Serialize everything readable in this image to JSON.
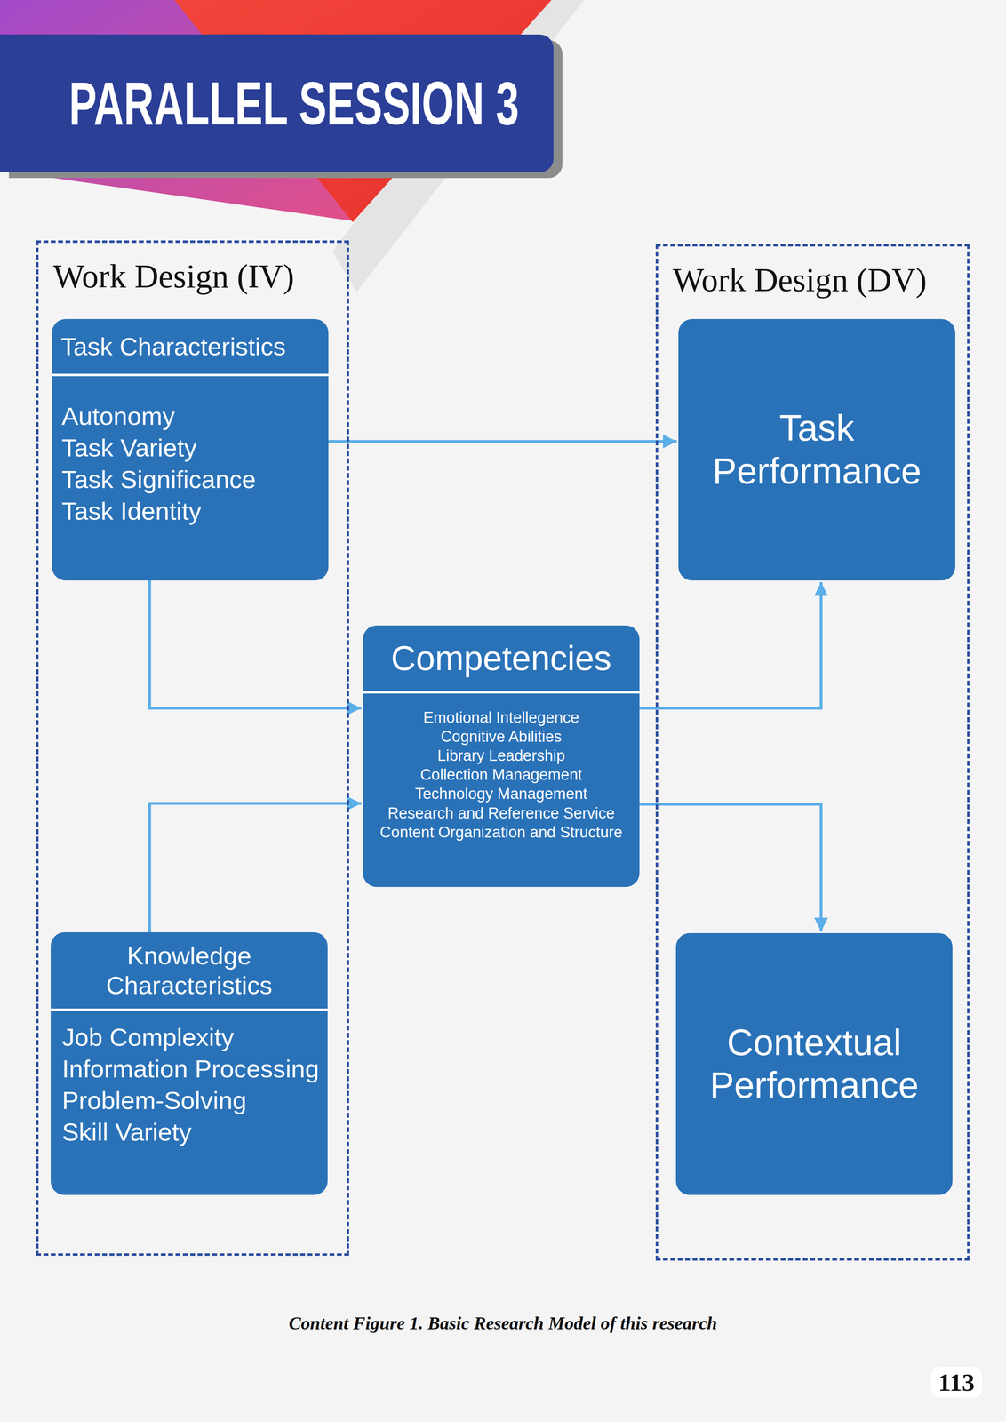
{
  "diagram": {
    "title": "PARALLEL SESSION 3",
    "caption": "Content Figure 1. Basic Research Model of this research",
    "nodes": [
      {
        "text": [
          "Work Design (IV)"
        ]
      },
      {
        "text": [
          "Task Characteristics",
          "Autonomy",
          "Task Variety",
          "Task Significance",
          "Task Identity"
        ],
        "in": 0
      },
      {
        "text": [
          "Knowledge Characteristics",
          "Job Complexity",
          "Information Processing",
          "Problem-Solving",
          "Skill Variety"
        ],
        "in": 0
      },
      {
        "text": [
          "Competencies",
          "Emotional Intellegence",
          "Cognitive Abilities",
          "Library Leadership",
          "Collection Management",
          "Technology Management",
          "Research and Reference Service",
          "Content Organization and Structure"
        ]
      },
      {
        "text": [
          "Work Design (DV)"
        ]
      },
      {
        "text": [
          "Task Performance"
        ],
        "in": 4
      },
      {
        "text": [
          "Contextual Performance"
        ],
        "in": 4
      }
    ],
    "edges": [
      {
        "from": 1,
        "to": 5,
        "arrow": "to"
      },
      {
        "from": 1,
        "to": 3,
        "arrow": "to"
      },
      {
        "from": 2,
        "to": 3,
        "arrow": "to"
      },
      {
        "from": 3,
        "to": 5,
        "arrow": "to"
      },
      {
        "from": 3,
        "to": 6,
        "arrow": "to"
      }
    ],
    "labels": [
      "113"
    ]
  }
}
